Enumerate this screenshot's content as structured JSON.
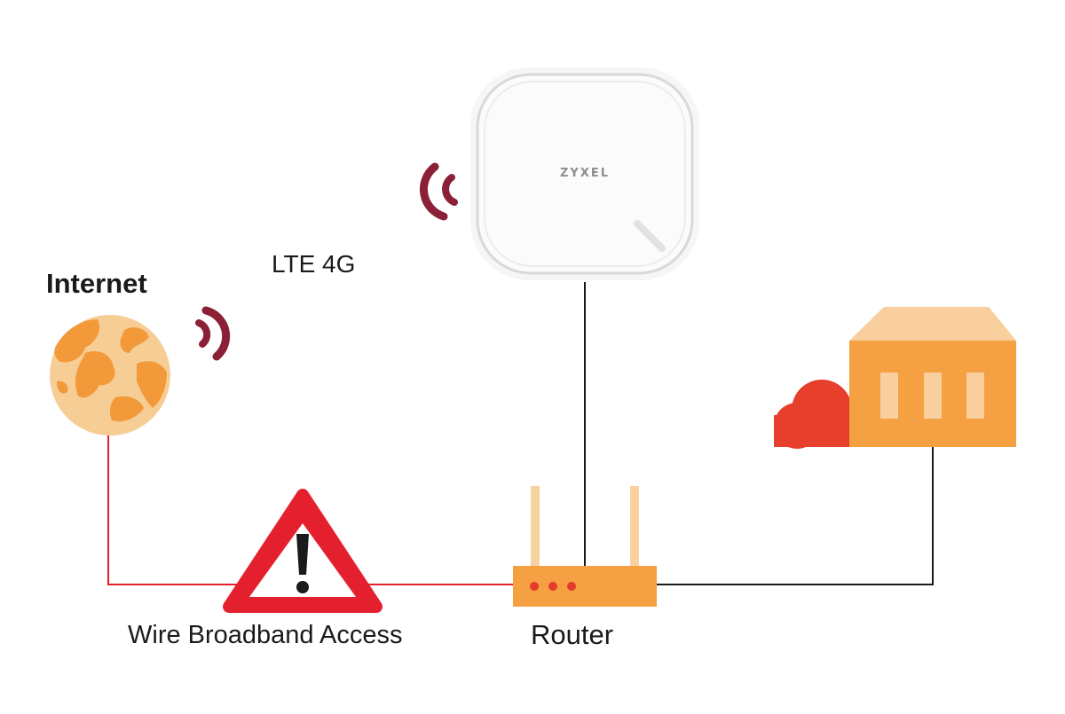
{
  "labels": {
    "internet": "Internet",
    "lte": "LTE 4G",
    "wire": "Wire Broadband Access",
    "router": "Router",
    "brand": "ZYXEL"
  },
  "colors": {
    "signal": "#8b2036",
    "warning": "#e5202e",
    "wire_line": "#e5202e",
    "link_line": "#1a1a1a",
    "router_body": "#f4a043",
    "router_antenna": "#f8d1a1",
    "router_led": "#e63a2a",
    "globe_land": "#f29a3a",
    "globe_sea": "#f7cd96",
    "building_wall": "#f4a043",
    "building_roof": "#f8cf9d",
    "cloud": "#e63f2c",
    "device_outline": "#cfcfcf"
  },
  "icons": {
    "globe": "globe-icon",
    "signal": "wireless-signal-icon",
    "warning": "warning-triangle-icon",
    "router": "router-icon",
    "lte_device": "lte-access-point-icon",
    "building": "building-icon",
    "cloud": "cloud-icon"
  }
}
